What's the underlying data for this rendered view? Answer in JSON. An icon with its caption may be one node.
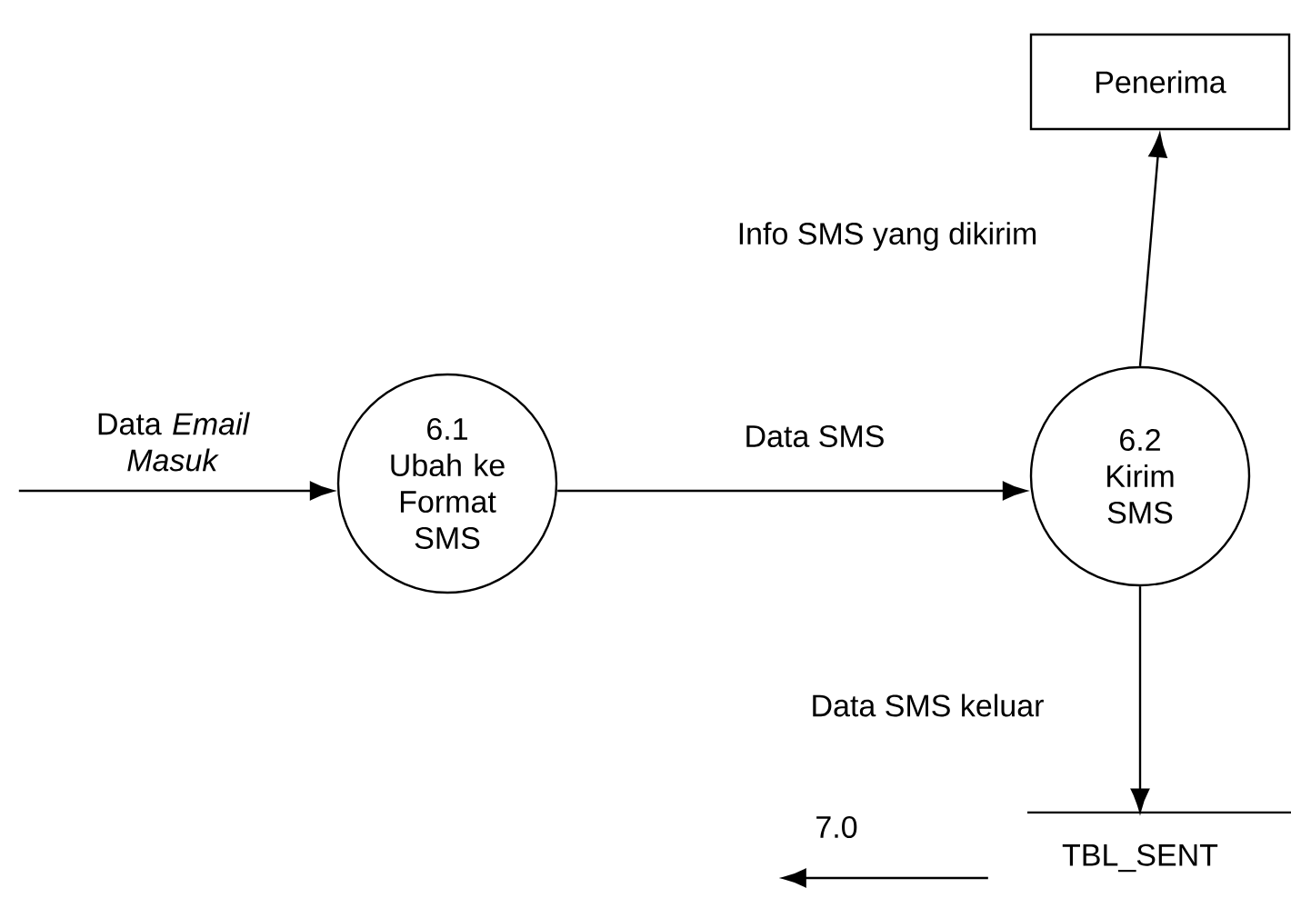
{
  "diagram": {
    "nodes": [
      {
        "text": [
          "Penerima"
        ]
      },
      {
        "text": [
          "6.1",
          "Ubah ke Format SMS"
        ]
      },
      {
        "text": [
          "6.2",
          "Kirim SMS"
        ]
      },
      {
        "text": [
          "TBL_SENT"
        ]
      }
    ],
    "edges": [
      {
        "from": null,
        "to": 1,
        "arrow": "to",
        "label": "Data *Email Masuk*"
      },
      {
        "from": 1,
        "to": 2,
        "arrow": "to",
        "label": "Data SMS"
      },
      {
        "from": 2,
        "to": 0,
        "arrow": "to",
        "label": "Info SMS yang dikirim"
      },
      {
        "from": 2,
        "to": 3,
        "arrow": "to",
        "label": "Data SMS keluar"
      },
      {
        "from": 3,
        "to": null,
        "arrow": "to",
        "label": "7.0"
      }
    ]
  }
}
